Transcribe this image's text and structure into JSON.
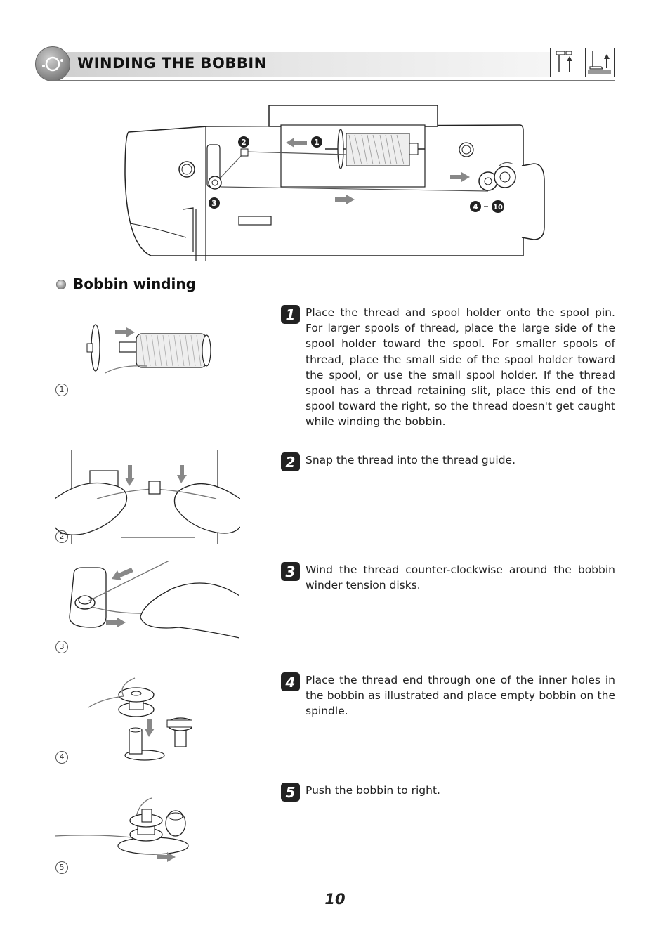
{
  "header": {
    "title": "WINDING THE BOBBIN"
  },
  "subheading": "Bobbin winding",
  "main_figure_callouts": [
    "1",
    "2",
    "3",
    "4",
    "10"
  ],
  "steps": [
    {
      "number": "1",
      "text": "Place the thread and spool holder onto the spool pin. For larger spools of thread, place the large side of the spool holder toward the spool. For smaller spools of thread, place the small side of the spool holder toward the spool, or use the small spool holder. If the thread spool has a thread retaining slit, place this end of the spool toward the right, so the thread doesn't get caught while winding the bobbin."
    },
    {
      "number": "2",
      "text": "Snap the thread into the thread guide."
    },
    {
      "number": "3",
      "text": "Wind the thread counter-clockwise around the bobbin winder tension disks."
    },
    {
      "number": "4",
      "text": "Place the thread end through one of the inner holes in the bobbin as illustrated and place empty bobbin on the spindle."
    },
    {
      "number": "5",
      "text": "Push the bobbin to right."
    }
  ],
  "figure_labels": [
    "1",
    "2",
    "3",
    "4",
    "5"
  ],
  "page_number": "10"
}
